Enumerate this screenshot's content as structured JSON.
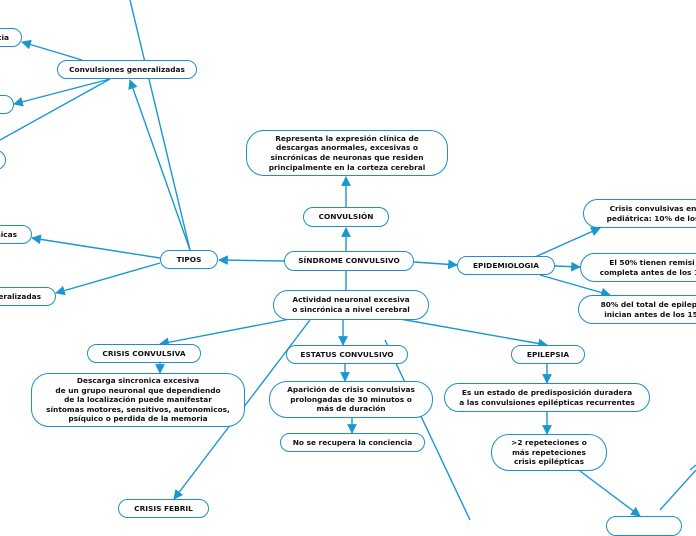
{
  "colors": {
    "edge": "#1a97d1",
    "node_border": "#1e8fc9"
  },
  "nodes": {
    "central": "SÍNDROME CONVULSIVO",
    "convulsion": "CONVULSIÓN",
    "definition": "Representa la expresión clínica  de\ndescargas  anormales,  excesivas  o\nsincrónicas de  neuronas  que  residen\nprincipalmente en  la  corteza  cerebral",
    "actividad": "Actividad neuronal excesiva\no sincrónica a nivel cerebral",
    "tipos": "TIPOS",
    "conv_generalizadas": "Convulsiones generalizadas",
    "left_top_fragment": "cia",
    "left_mid_fragment": "nicas",
    "left_bottom_fragment": "eneralizadas",
    "epidemiologia": "EPIDEMIOLOGIA",
    "epi_1": "Crisis convulsivas en\npediátrica: 10% de los",
    "epi_2": "El 50% tienen remisi\ncompleta antes de los 10",
    "epi_3": "80% del total de epileps\ninician antes de los 15",
    "crisis_convulsiva": "CRISIS CONVULSIVA",
    "crisis_conv_desc": "Descarga sincronica excesiva\nde un grupo neuronal que dependiendo\nde la localización puede manifestar\nsíntomas motores, sensitivos, autonomicos,\npsíquico o perdida de la memoria",
    "estatus": "ESTATUS CONVULSIVO",
    "estatus_desc": "Aparición de crisis convulsivas\nprolongadas de 30 minutos o\nmás de duración",
    "no_recupera": "No se recupera la conciencia",
    "epilepsia": "EPILEPSIA",
    "epilepsia_desc": "Es un estado de predisposición duradera\na las convulsiones epilépticas recurrentes",
    "repeticiones": ">2 repeteciones o\nmás repeteciones\ncrisis epilépticas",
    "crisis_febril": "CRISIS FEBRIL"
  }
}
